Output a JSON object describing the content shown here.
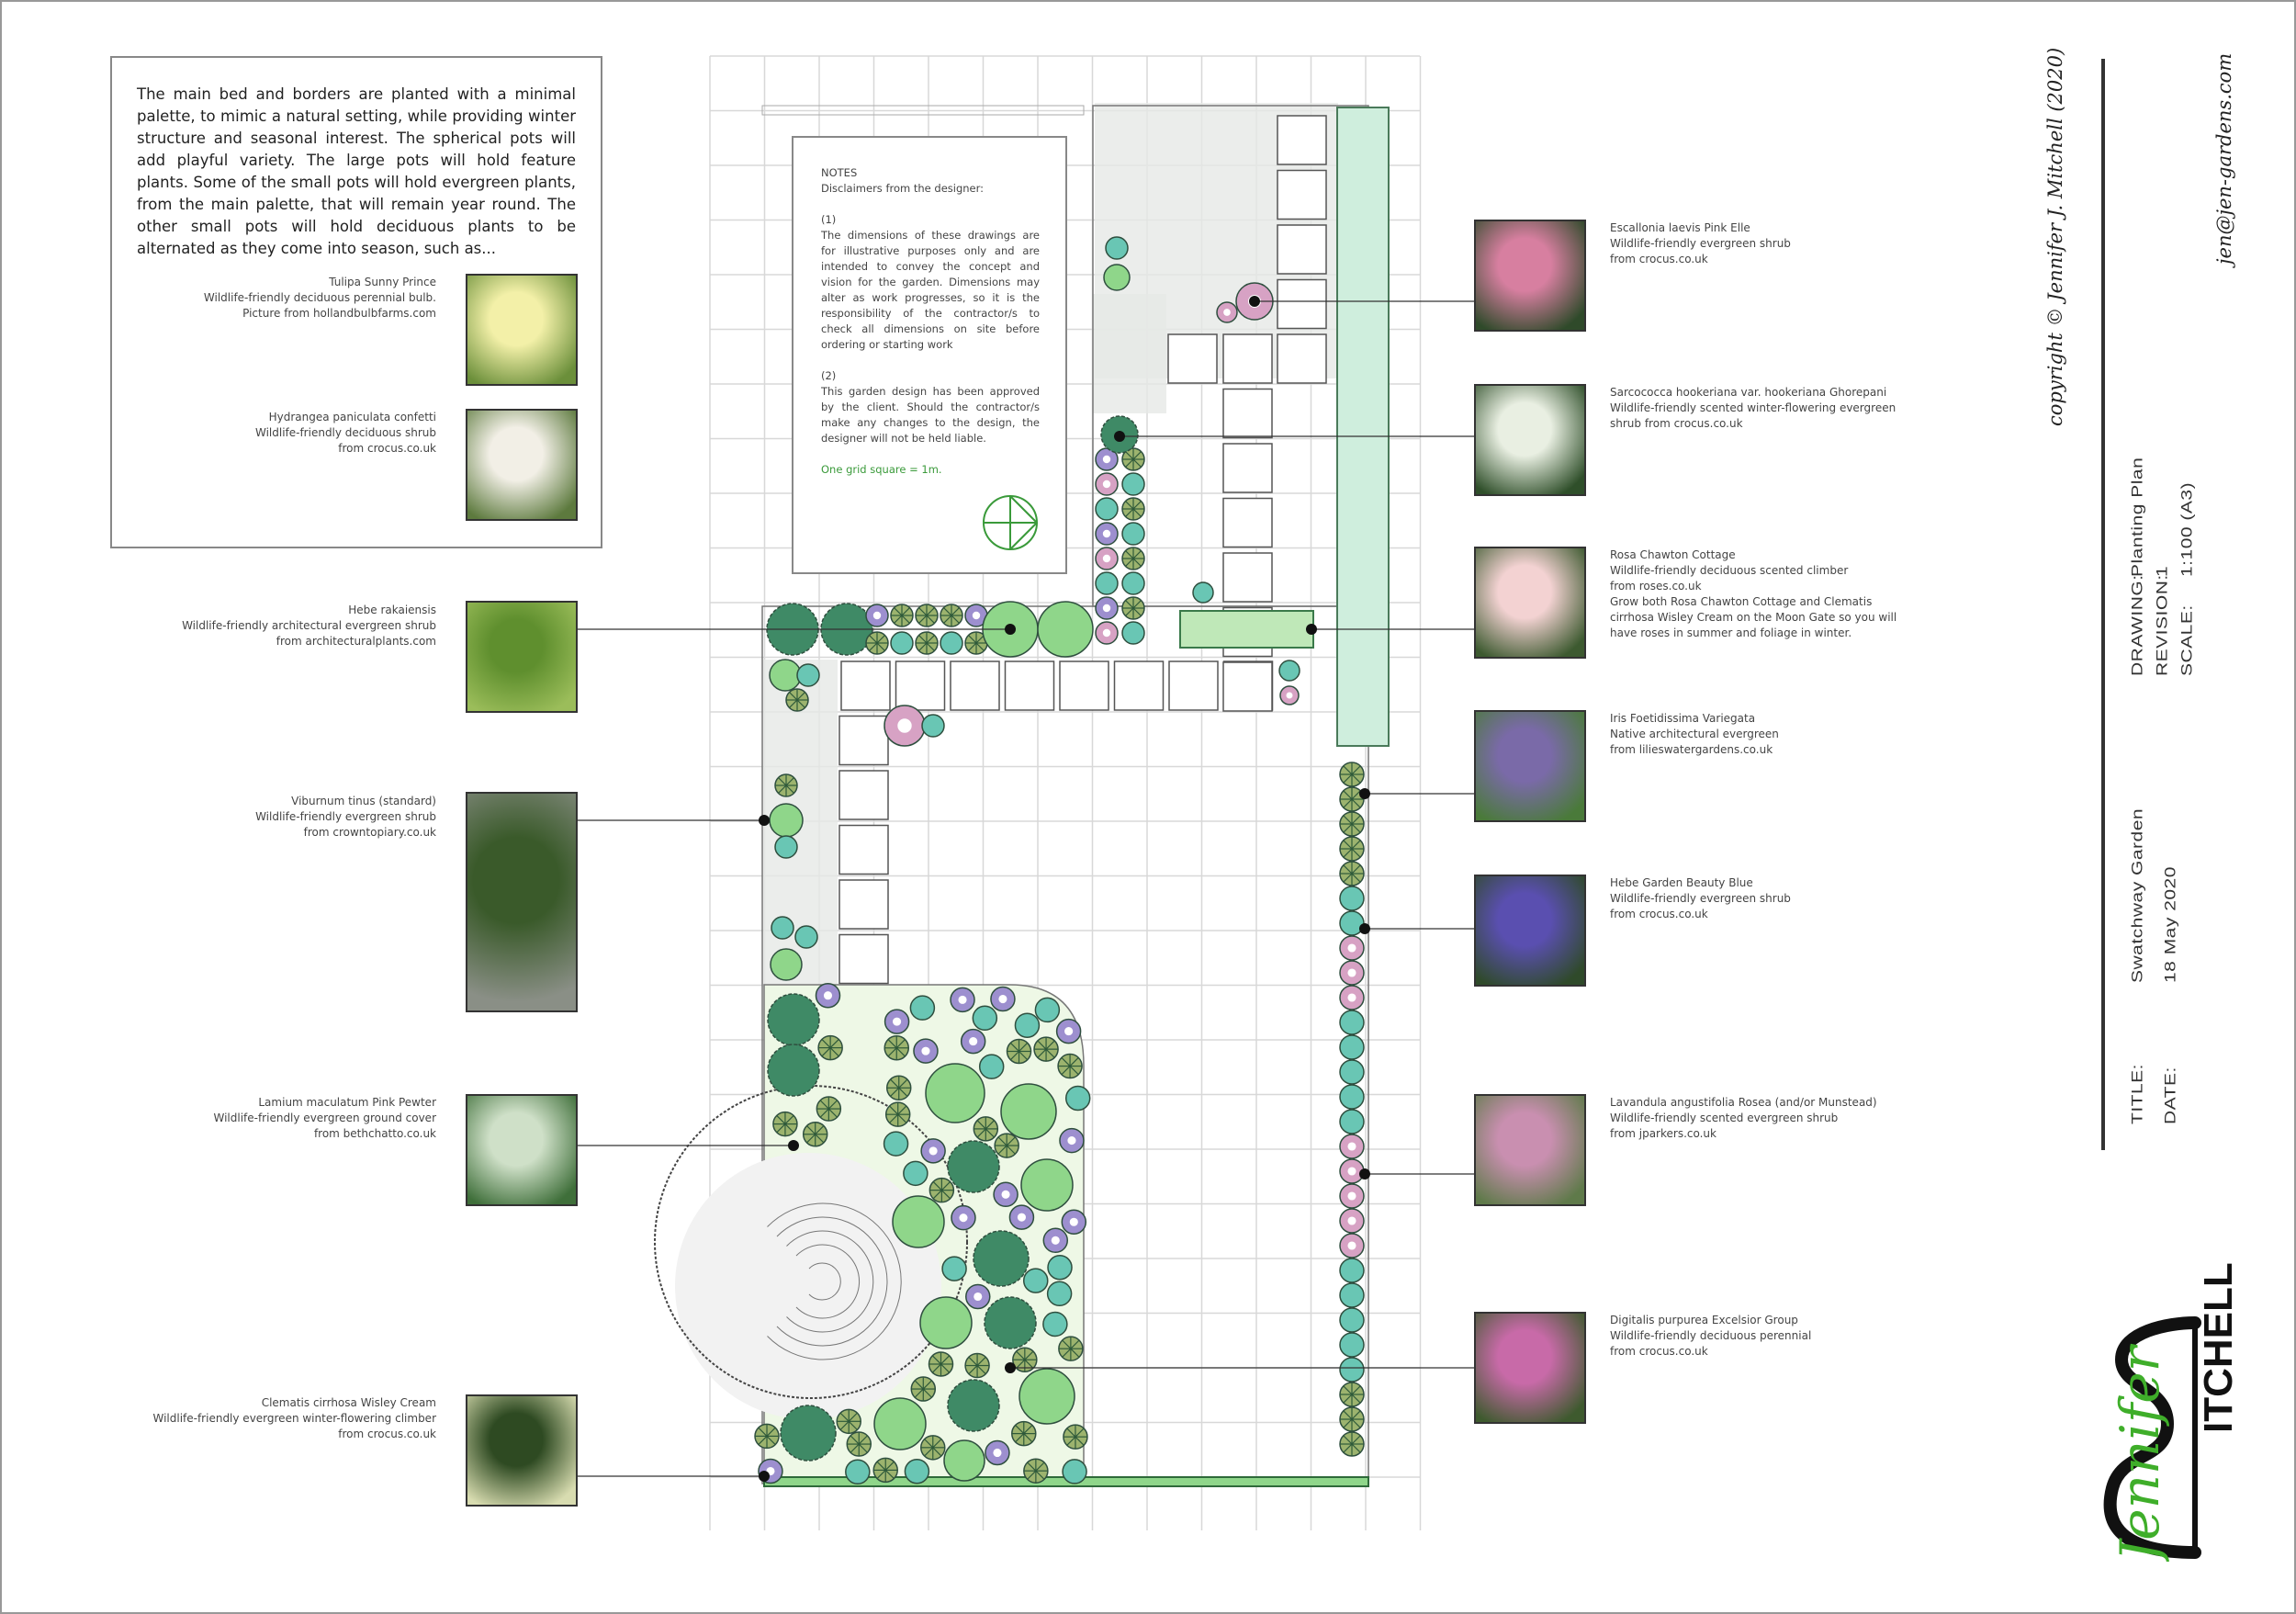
{
  "intro": {
    "paragraph": "The main bed and borders are planted with a minimal palette, to mimic a natural setting, while providing winter structure and seasonal interest. The spherical pots will add playful variety. The large pots will hold feature plants. Some of the small pots will hold evergreen plants, from the main palette, that will remain year round. The other small pots will hold deciduous plants to be alternated as they come into season, such as...",
    "plants": [
      {
        "name": "Tulipa Sunny Prince",
        "desc": "Wildlife-friendly deciduous perennial bulb.",
        "source": "Picture from hollandbulbfarms.com",
        "photo_colors": [
          "#f3f0a8",
          "#6b8f3a"
        ]
      },
      {
        "name": "Hydrangea paniculata confetti",
        "desc": "Wildlife-friendly deciduous shrub",
        "source": "from crocus.co.uk",
        "photo_colors": [
          "#f2efe6",
          "#5d7a3e"
        ]
      }
    ]
  },
  "left_plants": [
    {
      "name": "Hebe rakaiensis",
      "desc": "Wildlife-friendly architectural evergreen shrub",
      "source": "from architecturalplants.com",
      "photo_colors": [
        "#5f8f2e",
        "#9bbd5a"
      ]
    },
    {
      "name": "Viburnum tinus (standard)",
      "desc": "Wildlife-friendly evergreen shrub",
      "source": "from crowntopiary.co.uk",
      "photo_colors": [
        "#3a5a2a",
        "#8a8f86"
      ]
    },
    {
      "name": "Lamium maculatum Pink Pewter",
      "desc": "Wildlife-friendly evergreen ground cover",
      "source": "from bethchatto.co.uk",
      "photo_colors": [
        "#cfe0c8",
        "#3f6f3a"
      ]
    },
    {
      "name": "Clematis cirrhosa Wisley Cream",
      "desc": "Wildlife-friendly evergreen winter-flowering climber",
      "source": "from crocus.co.uk",
      "photo_colors": [
        "#2e4a22",
        "#d8dcb0"
      ]
    }
  ],
  "right_plants": [
    {
      "name": "Escallonia laevis Pink Elle",
      "lines": [
        "Wildlife-friendly evergreen shrub",
        "from crocus.co.uk"
      ],
      "photo_colors": [
        "#d77fa0",
        "#2f4a2a"
      ]
    },
    {
      "name": "Sarcococca hookeriana var. hookeriana Ghorepani",
      "lines": [
        "Wildlife-friendly scented winter-flowering evergreen",
        "shrub from crocus.co.uk"
      ],
      "photo_colors": [
        "#e9efe2",
        "#2f4f2a"
      ]
    },
    {
      "name": "Rosa Chawton Cottage",
      "lines": [
        "Wildlife-friendly deciduous scented climber",
        "from roses.co.uk",
        "Grow both Rosa Chawton Cottage and Clematis",
        "cirrhosa Wisley Cream on the Moon Gate so you will",
        "have roses in summer and foliage in winter."
      ],
      "photo_colors": [
        "#f3d2d2",
        "#3d5a30"
      ]
    },
    {
      "name": "Iris Foetidissima Variegata",
      "lines": [
        "Native architectural evergreen",
        "from lilieswatergardens.co.uk"
      ],
      "photo_colors": [
        "#7a6aa8",
        "#4a7a3a"
      ]
    },
    {
      "name": "Hebe Garden Beauty Blue",
      "lines": [
        "Wildlife-friendly evergreen shrub",
        "from crocus.co.uk"
      ],
      "photo_colors": [
        "#5a4fb0",
        "#2f4a2a"
      ]
    },
    {
      "name": "Lavandula angustifolia Rosea (and/or Munstead)",
      "lines": [
        "Wildlife-friendly scented evergreen shrub",
        "from jparkers.co.uk"
      ],
      "photo_colors": [
        "#c98fb0",
        "#5f7a4a"
      ]
    },
    {
      "name": "Digitalis purpurea Excelsior Group",
      "lines": [
        "Wildlife-friendly deciduous perennial",
        "from crocus.co.uk"
      ],
      "photo_colors": [
        "#c86aa8",
        "#3e5a2e"
      ]
    }
  ],
  "notes": {
    "heading": "NOTES",
    "subheading": "Disclaimers from the designer:",
    "item1_num": "(1)",
    "item1": "The dimensions of these drawings are for illustrative purposes only and are intended to convey the concept and vision for the garden. Dimensions may alter as work progresses, so it is the responsibility of the contractor/s to check all dimensions on site before ordering or starting work",
    "item2_num": "(2)",
    "item2": "This garden design has been approved by the client. Should the contractor/s make any changes to the design, the designer will not be held liable.",
    "scale_note": "One grid square = 1m.",
    "north_icon": "north-arrow-icon"
  },
  "title_block": {
    "title_label": "TITLE:",
    "title": "Swatchway Garden",
    "date_label": "DATE:",
    "date": "18 May 2020",
    "drawing_label": "DRAWING:",
    "drawing": "Planting Plan",
    "revision_label": "REVISION:",
    "revision": "1",
    "scale_label": "SCALE:",
    "scale": "1:100 (A3)",
    "copyright": "copyright © Jennifer J. Mitchell (2020)",
    "email": "jen@jen-gardens.com"
  },
  "logo": {
    "script": "Jennifer",
    "surname": "ITCHELL"
  },
  "colors": {
    "accent_green": "#3a9a3a",
    "plant_dark": "#3f8a66",
    "plant_light": "#8fd68a",
    "plant_teal": "#69c6b4",
    "flower_purple": "#9d8fcf",
    "flower_pink": "#d7a2c4"
  }
}
